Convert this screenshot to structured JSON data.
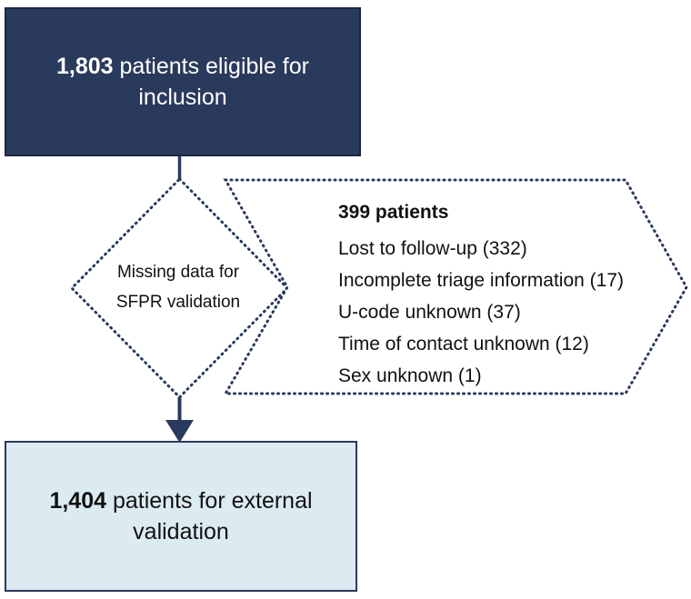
{
  "figure": {
    "type": "patient-flow-diagram",
    "colors": {
      "navy_fill": "#2a3a5c",
      "navy_border": "#1b2640",
      "light_blue_fill": "#dcebf2",
      "light_blue_border": "#2a3a5c",
      "dotted_border": "#2a3a5c",
      "text_dark": "#111111",
      "text_light": "#ffffff",
      "background": "#ffffff"
    }
  },
  "top_box": {
    "count": "1,803",
    "text_rest": " patients eligible for inclusion",
    "full_text": "1,803 patients eligible for inclusion"
  },
  "diamond": {
    "line1": "Missing data for",
    "line2": "SFPR validation"
  },
  "callout": {
    "header": "399 patients",
    "items": [
      "Lost to follow-up (332)",
      "Incomplete triage information (17)",
      "U-code unknown (37)",
      "Time of contact unknown (12)",
      "Sex unknown (1)"
    ]
  },
  "bottom_box": {
    "count": "1,404",
    "text_rest": " patients for external validation",
    "full_text": "1,404 patients for external validation"
  }
}
